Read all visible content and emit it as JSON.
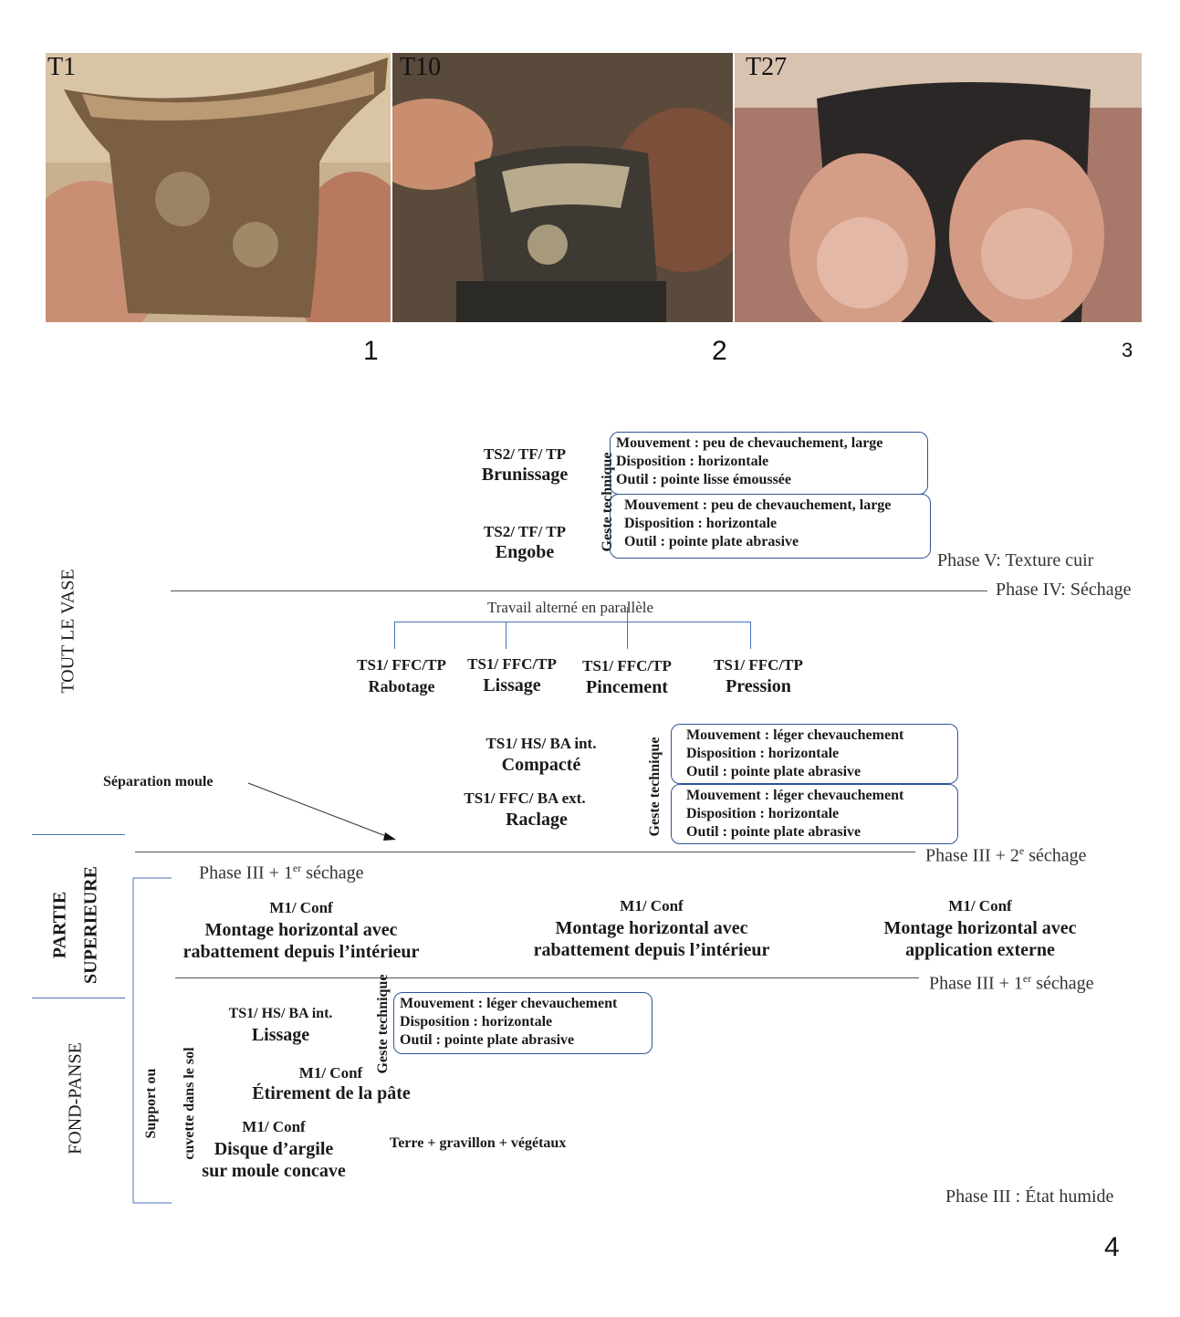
{
  "photos": [
    {
      "label": "T1",
      "number": "1"
    },
    {
      "label": "T10",
      "number": "2"
    },
    {
      "label": "T27",
      "number": "3"
    }
  ],
  "figure_number": "4",
  "side_labels": {
    "tout_le_vase": "TOUT LE VASE",
    "partie_superieure_1": "PARTIE",
    "partie_superieure_2": "SUPERIEURE",
    "fond_panse": "FOND-PANSE",
    "support_1": "Support ou",
    "support_2": "cuvette dans le sol"
  },
  "geste_label": "Geste technique",
  "phases": {
    "v": "Phase V: Texture cuir",
    "iv": "Phase IV: Séchage",
    "iii_2": "Phase III + 2e séchage",
    "iii_1_top_base": "Phase III + 1",
    "iii_1_sup": "er",
    "iii_1_rest": " séchage",
    "iii_humide": "Phase III : État humide"
  },
  "phase_iii_2_parts": {
    "base": "Phase III + 2",
    "sup": "e",
    "rest": " séchage"
  },
  "top_steps": [
    {
      "code": "TS2/ TF/ TP",
      "name": "Brunissage"
    },
    {
      "code": "TS2/ TF/ TP",
      "name": "Engobe"
    }
  ],
  "top_boxes": [
    [
      "Mouvement : peu de chevauchement, large",
      "Disposition : horizontale",
      "Outil : pointe lisse émoussée"
    ],
    [
      "Mouvement : peu de chevauchement, large",
      "Disposition : horizontale",
      "Outil : pointe plate abrasive"
    ]
  ],
  "parallel": {
    "title": "Travail alterné en parallèle",
    "items": [
      {
        "code": "TS1/ FFC/TP",
        "name": "Rabotage"
      },
      {
        "code": "TS1/ FFC/TP",
        "name": "Lissage"
      },
      {
        "code": "TS1/ FFC/TP",
        "name": "Pincement"
      },
      {
        "code": "TS1/ FFC/TP",
        "name": "Pression"
      }
    ]
  },
  "mid_steps": [
    {
      "code": "TS1/ HS/ BA int.",
      "name": "Compacté"
    },
    {
      "code": "TS1/ FFC/ BA ext.",
      "name": "Raclage"
    }
  ],
  "mid_boxes": [
    [
      "Mouvement : léger chevauchement",
      "Disposition : horizontale",
      "Outil : pointe plate abrasive"
    ],
    [
      "Mouvement : léger chevauchement",
      "Disposition : horizontale",
      "Outil : pointe plate abrasive"
    ]
  ],
  "separation": "Séparation moule",
  "montage": [
    {
      "code": "M1/ Conf",
      "line1": "Montage horizontal avec",
      "line2": "rabattement depuis l’intérieur"
    },
    {
      "code": "M1/ Conf",
      "line1": "Montage horizontal avec",
      "line2": "rabattement depuis l’intérieur"
    },
    {
      "code": "M1/ Conf",
      "line1": "Montage horizontal avec",
      "line2": "application externe"
    }
  ],
  "bottom_steps": {
    "lissage": {
      "code": "TS1/ HS/ BA int.",
      "name": "Lissage"
    },
    "etirement": {
      "code": "M1/ Conf",
      "name": "Étirement de la pâte"
    },
    "disque": {
      "code": "M1/ Conf",
      "line1": "Disque d’argile",
      "line2": "sur moule concave"
    },
    "terre": "Terre + gravillon + végétaux"
  },
  "bottom_box": [
    "Mouvement : léger chevauchement",
    "Disposition : horizontale",
    "Outil : pointe plate abrasive"
  ],
  "colors": {
    "accent_blue": "#2f5597",
    "line_gray": "#555555"
  }
}
